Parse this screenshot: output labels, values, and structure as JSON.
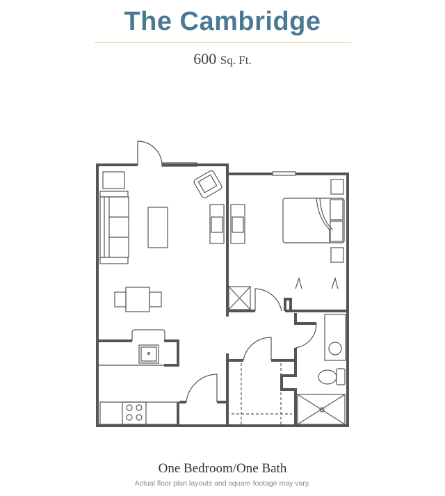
{
  "header": {
    "title": "The Cambridge",
    "sqft_value": "600",
    "sqft_unit": "Sq. Ft."
  },
  "footer": {
    "layout": "One Bedroom/One Bath",
    "disclaimer": "Actual floor plan layouts and square footage may vary."
  },
  "colors": {
    "title": "#4a7a93",
    "divider": "#e6c27e",
    "walls": "#555555"
  },
  "floor_plan": {
    "rooms": [
      "living-room",
      "dining-area",
      "kitchen",
      "bedroom",
      "bathroom",
      "walk-in-closet",
      "linen-closet",
      "entry"
    ],
    "icons": [
      "sofa-icon",
      "coffee-table-icon",
      "armchair-icon",
      "tv-console-icon",
      "dining-table-icon",
      "sink-icon",
      "stove-icon",
      "bed-icon",
      "nightstand-icon",
      "toilet-icon",
      "bath-sink-icon",
      "shower-icon",
      "door-icon",
      "window-icon"
    ]
  }
}
